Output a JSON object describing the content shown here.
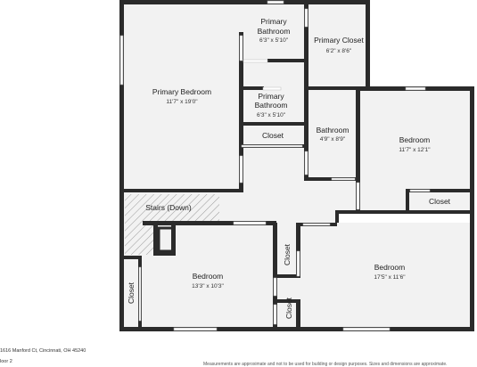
{
  "rooms": {
    "primary_bedroom": {
      "name": "Primary Bedroom",
      "dims": "11'7\" x 19'0\""
    },
    "primary_bathroom_top": {
      "name": "Primary\nBathroom",
      "dims": "6'3\" x 5'10\""
    },
    "primary_closet": {
      "name": "Primary Closet",
      "dims": "6'2\" x 8'6\""
    },
    "primary_bathroom_mid": {
      "name": "Primary\nBathroom",
      "dims": "6'3\" x 5'10\""
    },
    "closet_mid": {
      "name": "Closet"
    },
    "bathroom": {
      "name": "Bathroom",
      "dims": "4'9\" x 8'9\""
    },
    "bedroom_right_top": {
      "name": "Bedroom",
      "dims": "11'7\" x 12'1\""
    },
    "closet_right": {
      "name": "Closet"
    },
    "stairs": {
      "name": "Stairs (Down)"
    },
    "bedroom_bottom_left": {
      "name": "Bedroom",
      "dims": "13'3\" x 10'3\""
    },
    "closet_left_vertical": {
      "name": "Closet"
    },
    "closet_mid_vertical_top": {
      "name": "Closet"
    },
    "closet_mid_vertical_bottom": {
      "name": "Closet"
    },
    "bedroom_bottom_right": {
      "name": "Bedroom",
      "dims": "17'5\" x 11'6\""
    }
  },
  "footer": {
    "address": "1616 Manford Ct, Cincinnati, OH 45240",
    "floor": "loor 2",
    "disclaimer": "Measurements are approximate and not to be used for building or design purposes. Sizes and dimensions are approximate."
  },
  "colors": {
    "wall": "#2b2b2b",
    "floor": "#f2f2f2",
    "stairs": "#e4e4e4",
    "door": "#ffffff"
  }
}
